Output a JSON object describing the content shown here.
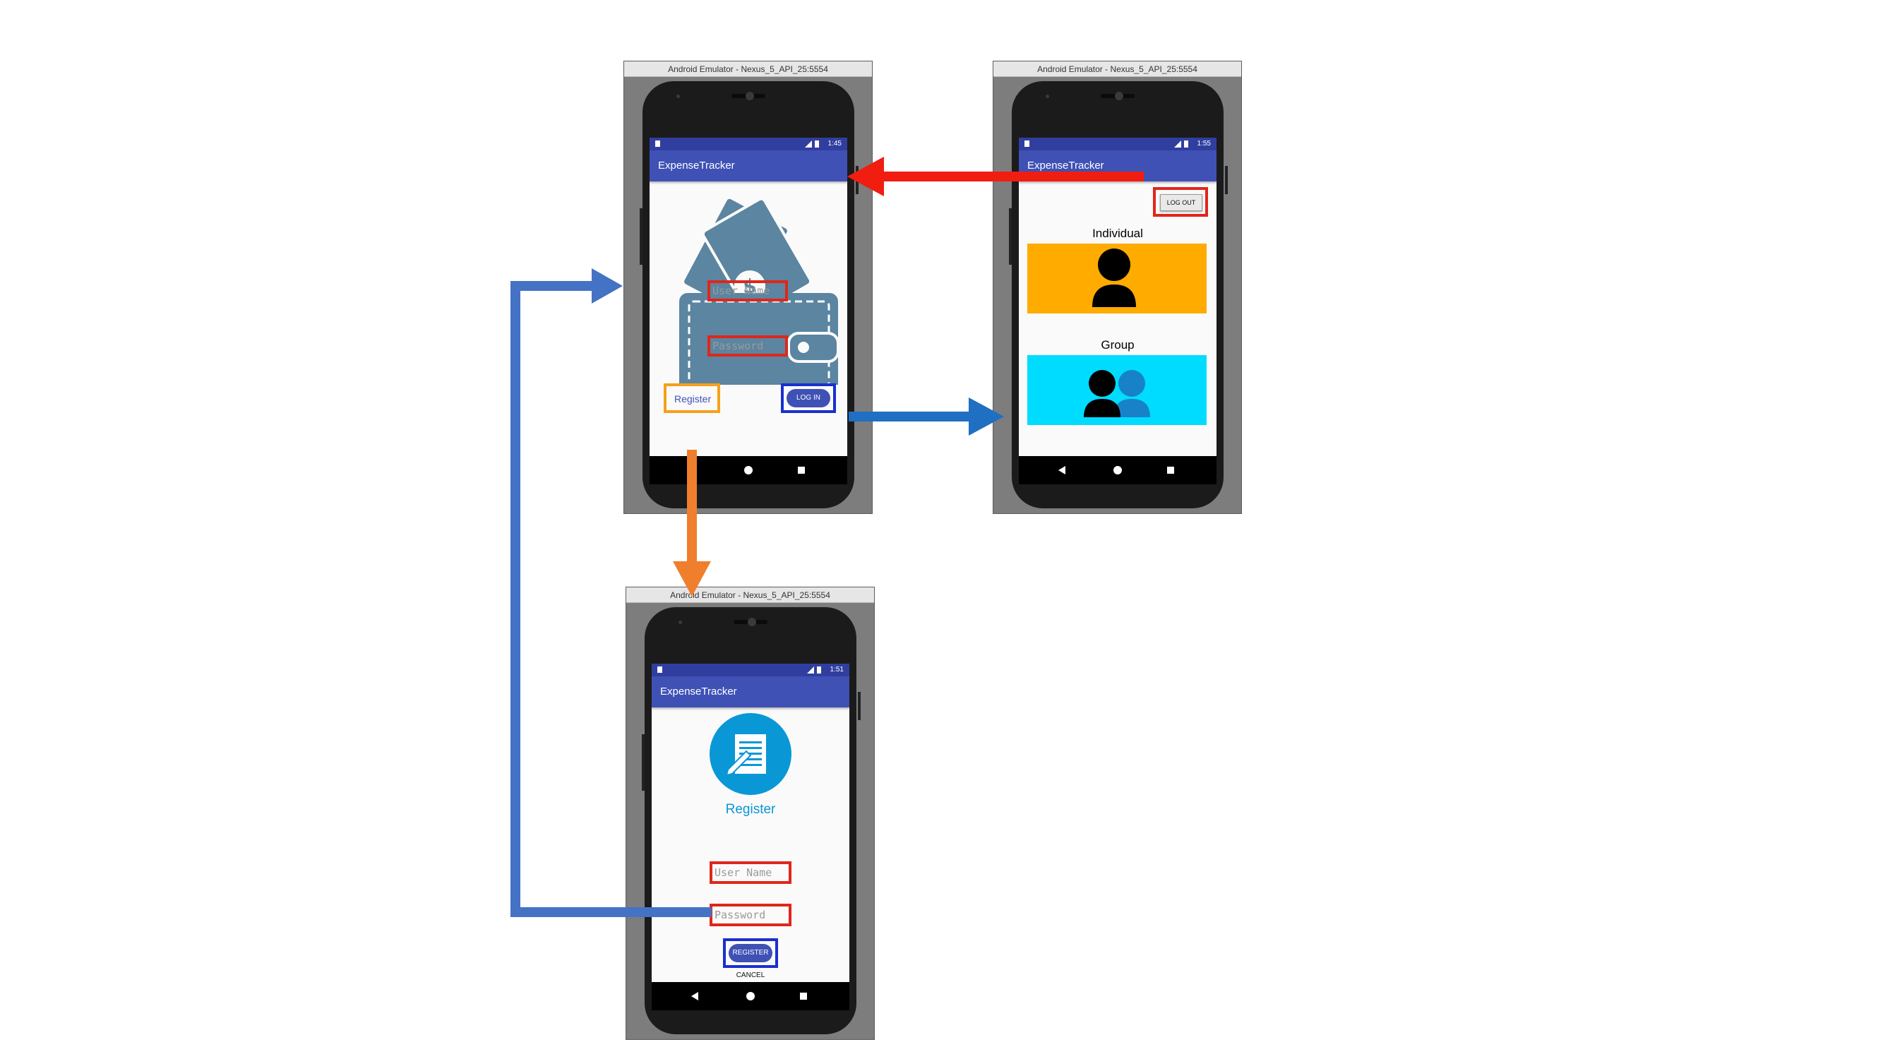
{
  "emulator": {
    "window_title": "Android Emulator - Nexus_5_API_25:5554"
  },
  "login": {
    "app_title": "ExpenseTracker",
    "time": "1:45",
    "username_placeholder": "User Name",
    "password_placeholder": "Password",
    "register_link": "Register",
    "login_button": "LOG IN"
  },
  "home": {
    "app_title": "ExpenseTracker",
    "time": "1:55",
    "logout_button": "LOG OUT",
    "individual_label": "Individual",
    "group_label": "Group"
  },
  "register": {
    "app_title": "ExpenseTracker",
    "time": "1:51",
    "heading": "Register",
    "username_placeholder": "User Name",
    "password_placeholder": "Password",
    "register_button": "REGISTER",
    "cancel_button": "CANCEL"
  },
  "colors": {
    "primary": "#3f51b5",
    "primary_dark": "#303f9f",
    "wallet": "#5b85a0",
    "individual_tile": "#ffab00",
    "group_tile": "#00dcff",
    "register_icon": "#0a97d6",
    "arrow_red": "#f01d10",
    "arrow_blue": "#1f6fc2",
    "arrow_orange": "#ef7f2d",
    "arrow_return": "#4472c4",
    "highlight_red": "#e0261b",
    "highlight_blue": "#1a2fd0",
    "highlight_orange": "#f5a11a"
  },
  "icons": [
    "wallet-money-icon",
    "person-icon",
    "people-group-icon",
    "document-edit-icon"
  ]
}
